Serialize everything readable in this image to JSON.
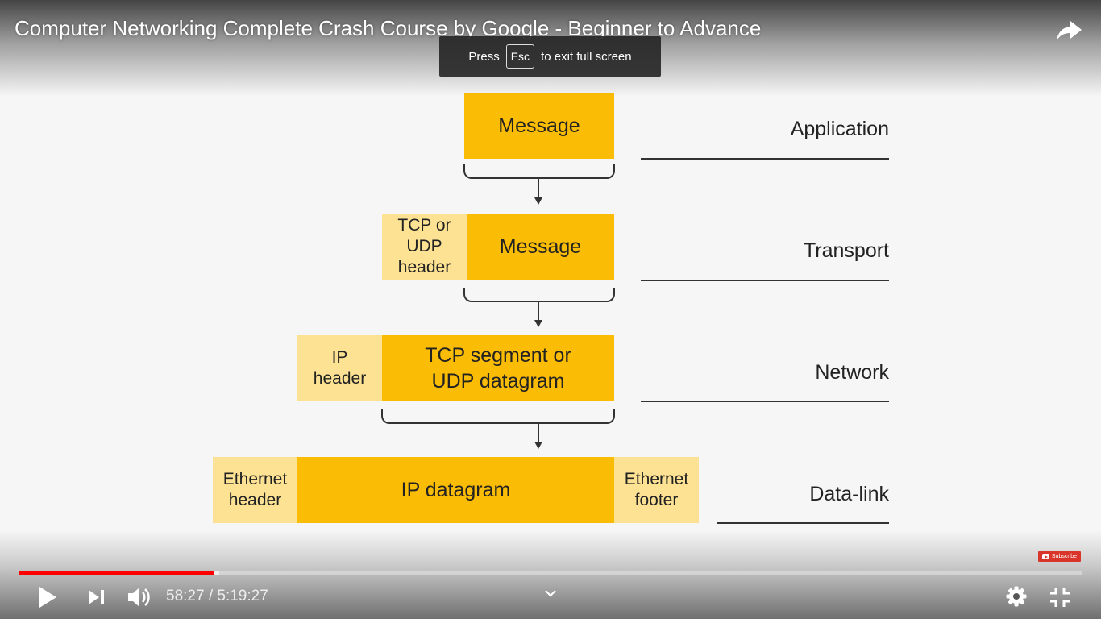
{
  "player": {
    "title": "Computer Networking Complete Crash Course by Google - Beginner to Advance",
    "fullscreen_toast": {
      "before": "Press",
      "key": "Esc",
      "after": "to exit full screen"
    },
    "time": {
      "current": "58:27",
      "separator": " / ",
      "duration": "5:19:27"
    },
    "progress": {
      "played_fraction": 0.183,
      "buffered_fraction": 0.188
    },
    "subscribe_badge": "Subscribe",
    "colors": {
      "progress_played": "#ff0000",
      "subscribe": "#d9352a"
    },
    "icons": [
      "share-icon",
      "play-icon",
      "next-icon",
      "volume-icon",
      "chevron-down-icon",
      "gear-icon",
      "exit-fullscreen-icon"
    ]
  },
  "diagram": {
    "colors": {
      "primary_box": "#fbbc05",
      "secondary_box": "#fde293"
    },
    "layers": [
      {
        "name": "Application",
        "boxes": {
          "main": "Message"
        }
      },
      {
        "name": "Transport",
        "boxes": {
          "header": "TCP or UDP header",
          "main": "Message"
        }
      },
      {
        "name": "Network",
        "boxes": {
          "header": "IP header",
          "main": "TCP segment or UDP datagram"
        }
      },
      {
        "name": "Data-link",
        "boxes": {
          "header": "Ethernet header",
          "main": "IP datagram",
          "footer": "Ethernet footer"
        }
      }
    ]
  }
}
